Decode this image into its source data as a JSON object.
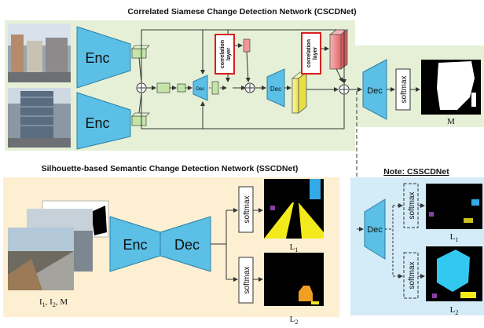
{
  "top_title": "Correlated Siamese Change Detection Network (CSCDNet)",
  "bottom_title": "Silhouette-based Semantic Change Detection Network (SSCDNet)",
  "note_title": "Note: CSSCDNet",
  "enc_label": "Enc",
  "dec_label": "Dec",
  "dec_small": "Dec",
  "corr_label_line1": "correlation",
  "corr_label_line2": "layer",
  "softmax_label": "softmax",
  "output_m": "M",
  "input_label": "I",
  "input_subs": [
    "1",
    "2"
  ],
  "input_label_tail": ", M",
  "out_l": "L",
  "out_sub_1": "1",
  "out_sub_2": "2",
  "colors": {
    "top_bg": "#e6f0d6",
    "bottom_bg": "#fdf0d2",
    "note_bg": "#d4ecf7",
    "encdec": "#5bbfe6",
    "feature_green": "#c3e6a6",
    "feature_yellow": "#f4f08a",
    "feature_pink": "#f0969a",
    "corr_border": "#d62020"
  }
}
